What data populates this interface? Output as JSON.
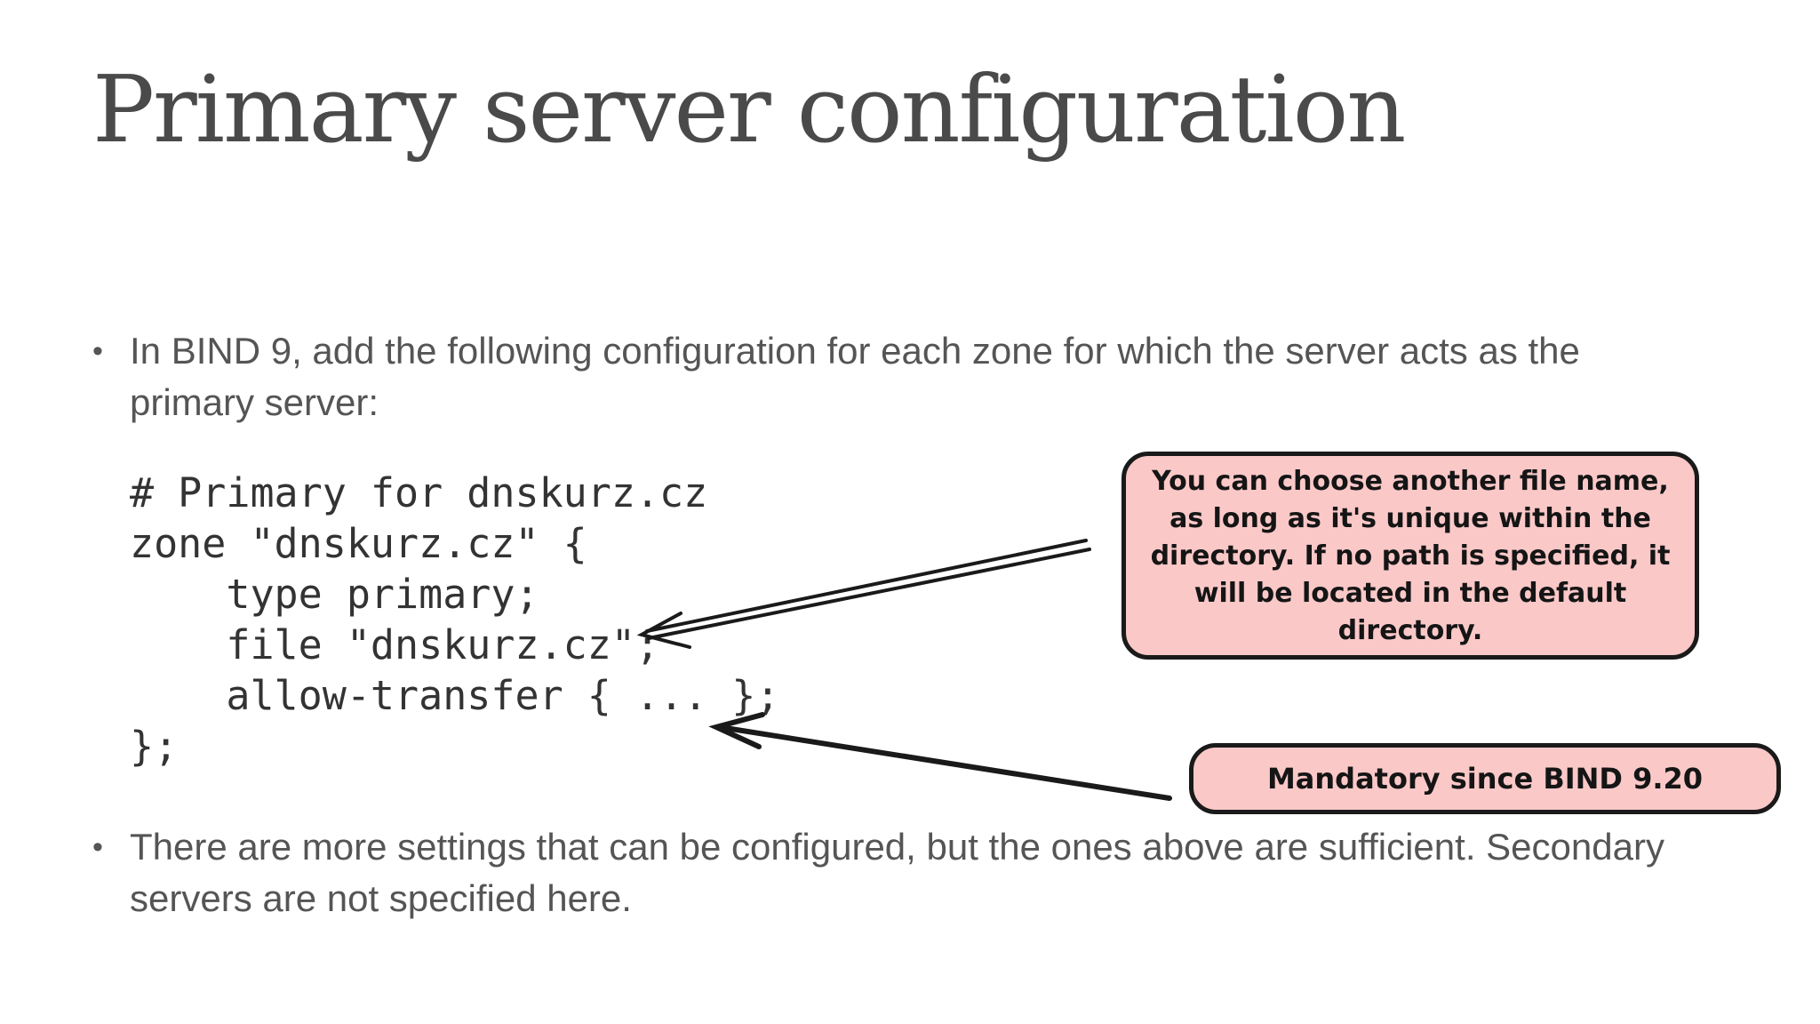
{
  "slide": {
    "title": "Primary server configuration",
    "bullets": [
      {
        "marker": "•",
        "text": "In BIND 9, add the following configuration for each zone for which the server acts as the primary server:"
      },
      {
        "marker": "•",
        "text": "There are more settings that can be configured, but the ones above are sufficient. Secondary servers are not specified here."
      }
    ],
    "code_lines": [
      "# Primary for dnskurz.cz",
      "zone \"dnskurz.cz\" {",
      "    type primary;",
      "    file \"dnskurz.cz\";",
      "    allow-transfer { ... };",
      "};"
    ],
    "callouts": [
      {
        "text": "You can choose another file name, as long as it's unique within the directory. If no path is specified, it will be located in the default directory."
      },
      {
        "text": "Mandatory since BIND 9.20"
      }
    ]
  },
  "colors": {
    "callout_fill": "#fbc8c8",
    "callout_border": "#1a1a1a",
    "text": "#555555",
    "code_text": "#333333"
  }
}
